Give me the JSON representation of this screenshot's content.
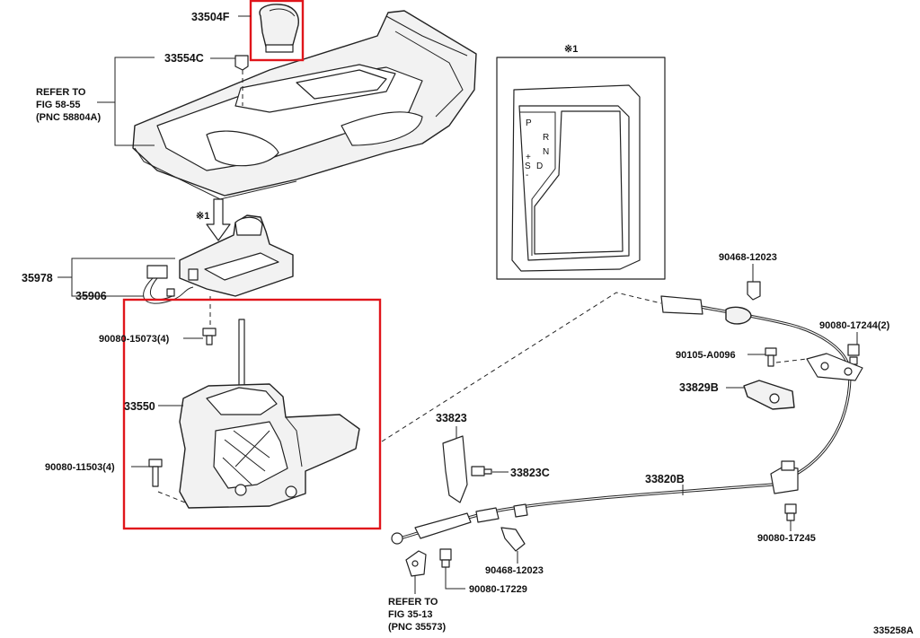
{
  "figure_id": "335258A",
  "highlight_color": "#e0151b",
  "inset": {
    "marker": "※1",
    "shift_letters": [
      "P",
      "R",
      "N",
      "D",
      "+",
      "S",
      "-"
    ]
  },
  "arrow_marker": "※1",
  "refer_top": {
    "line1": "REFER TO",
    "line2": "FIG 58-55",
    "line3": "(PNC 58804A)"
  },
  "refer_bottom": {
    "line1": "REFER TO",
    "line2": "FIG 35-13",
    "line3": "(PNC 35573)"
  },
  "parts": {
    "knob": "33504F",
    "clip_c": "33554C",
    "indicator": "35978",
    "wire": "35906",
    "bolt_left_top": "90080-15073(4)",
    "shift_lever": "33550",
    "bolt_left_bottom": "90080-11503(4)",
    "bracket": "33823",
    "bracket_bolt": "33823C",
    "cable": "33820B",
    "clip_top": "90468-12023",
    "nut_top": "90080-17244(2)",
    "bolt_mid": "90105-A0096",
    "retainer": "33829B",
    "nut_right": "90080-17245",
    "clip_bottom": "90468-12023",
    "nut_bottom": "90080-17229"
  }
}
